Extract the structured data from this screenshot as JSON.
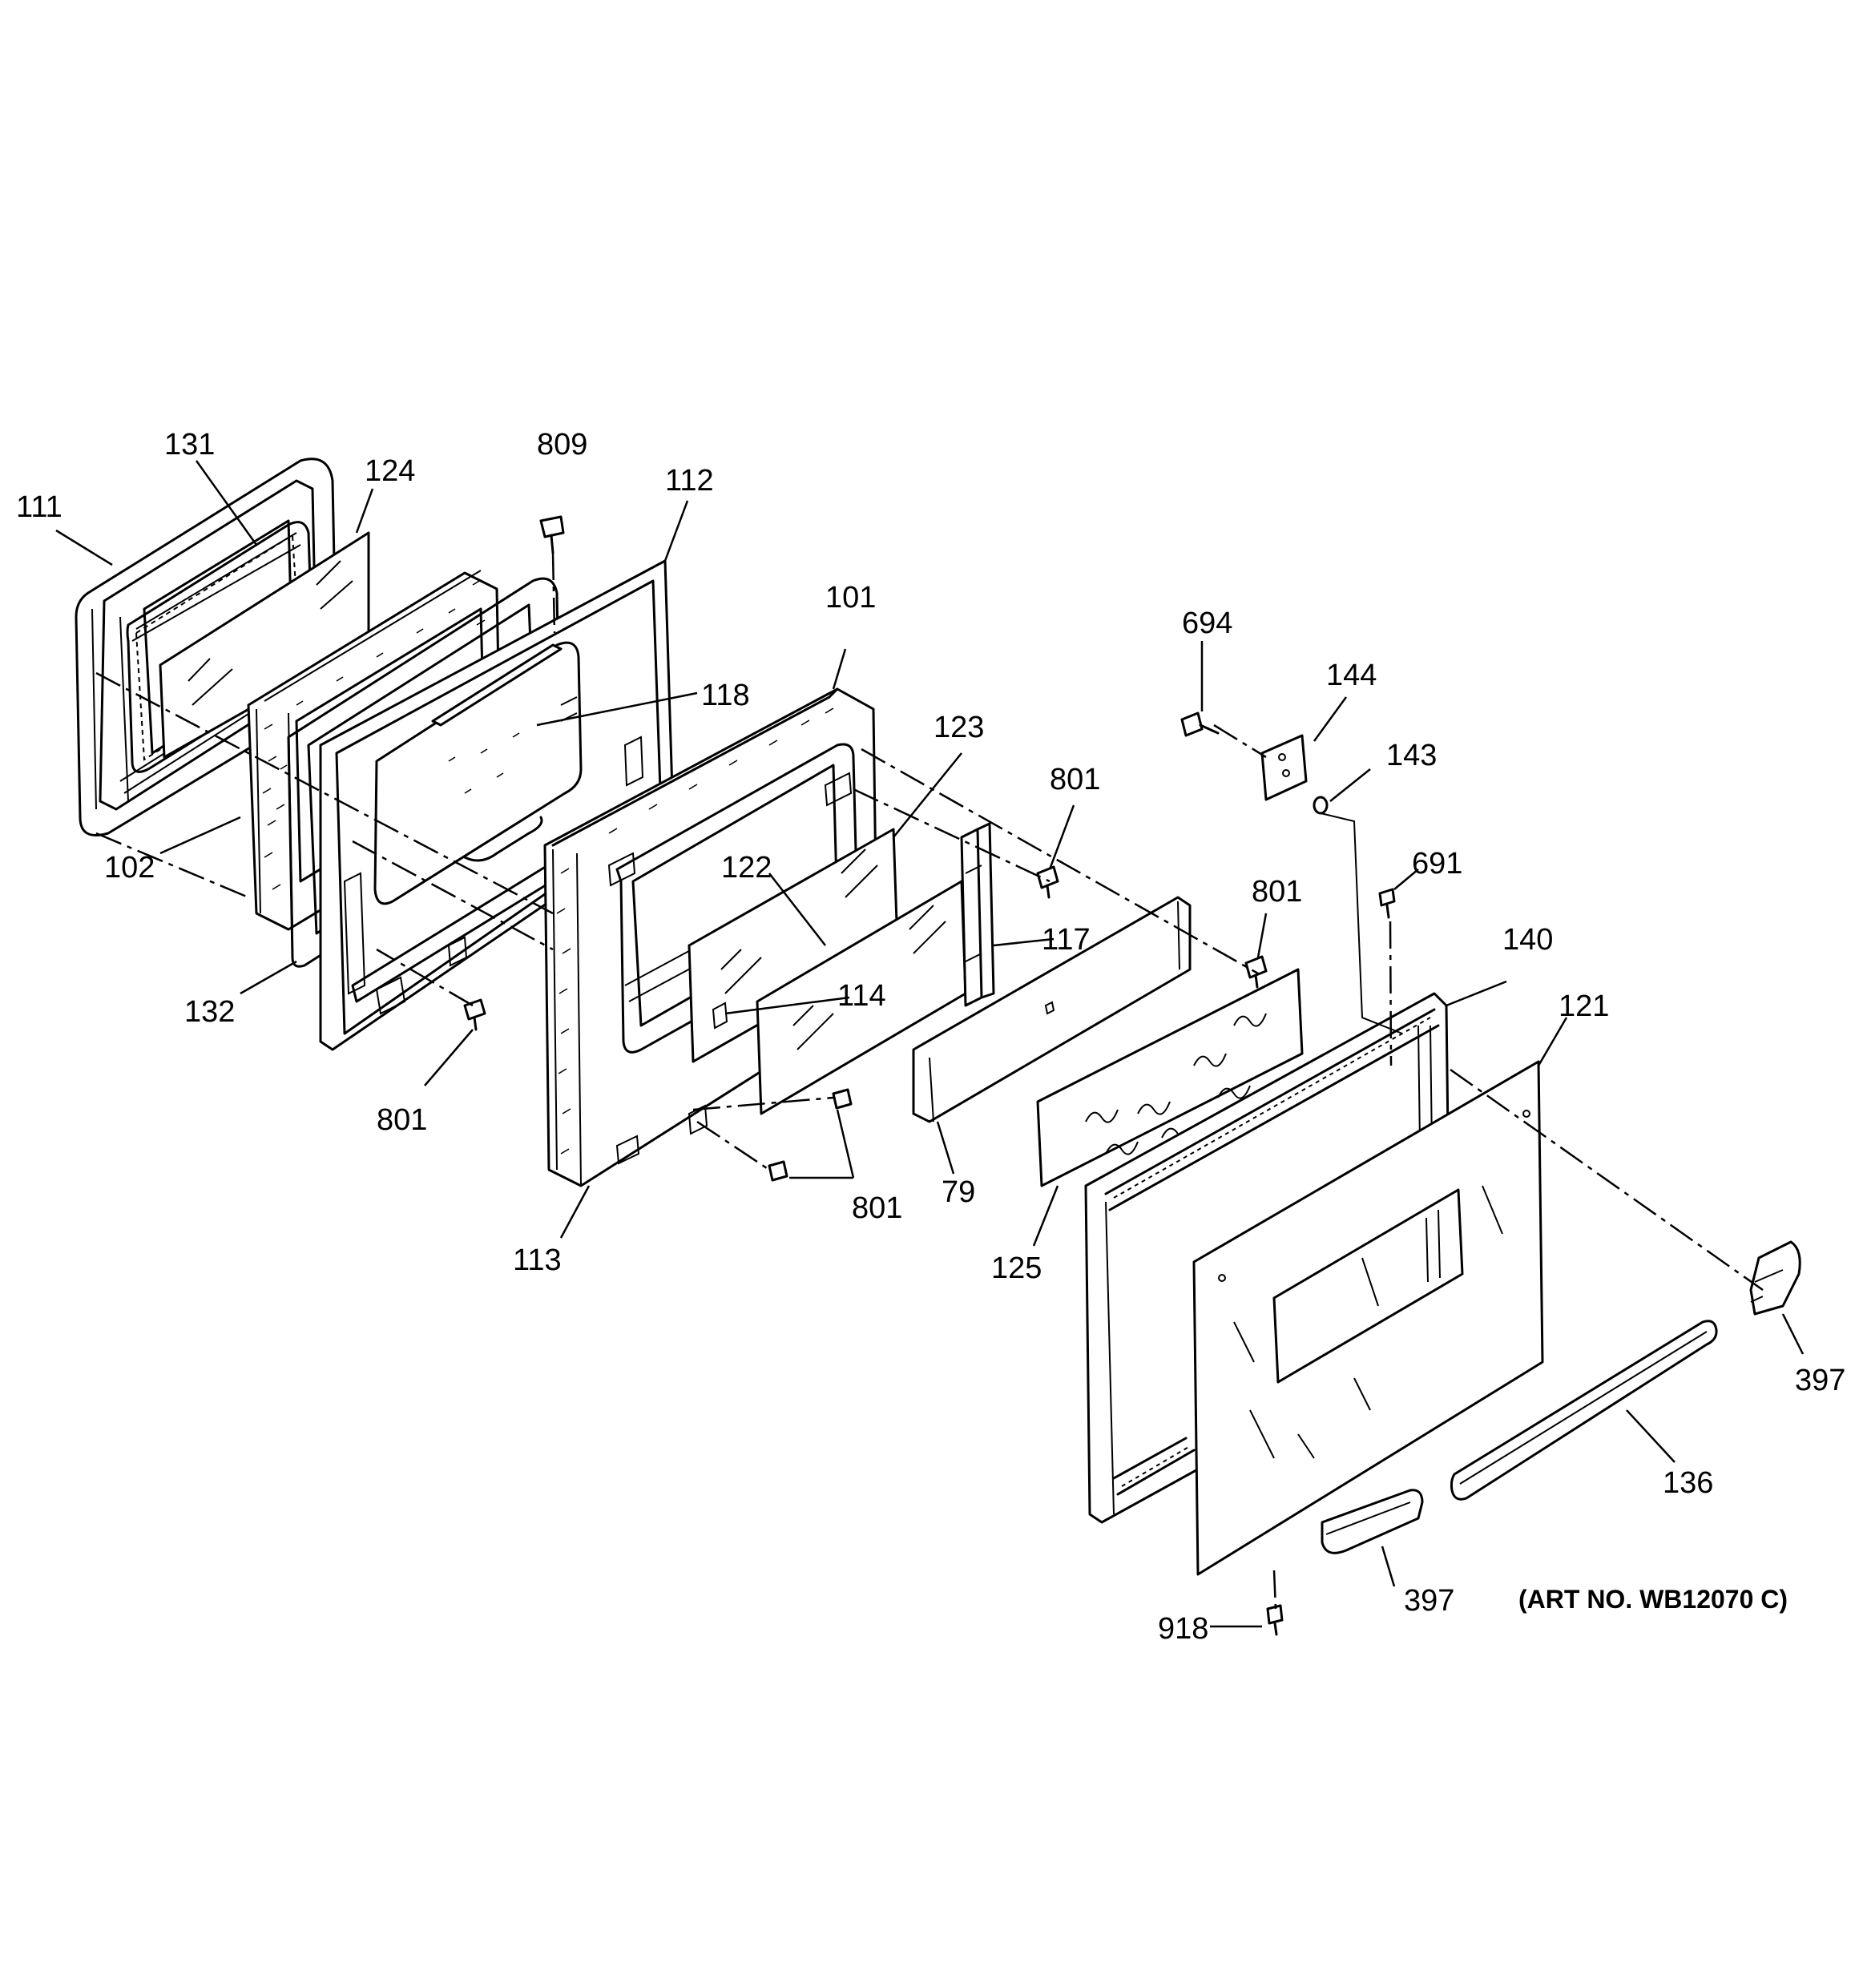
{
  "callouts": {
    "c111": "111",
    "c131": "131",
    "c124": "124",
    "c809": "809",
    "c112": "112",
    "c101": "101",
    "c118": "118",
    "c123": "123",
    "c694": "694",
    "c144": "144",
    "c143": "143",
    "c801a": "801",
    "c801b": "801",
    "c801c": "801",
    "c801d": "801",
    "c691": "691",
    "c140": "140",
    "c121": "121",
    "c102": "102",
    "c122": "122",
    "c117": "117",
    "c114": "114",
    "c132": "132",
    "c79": "79",
    "c125": "125",
    "c113": "113",
    "c397a": "397",
    "c397b": "397",
    "c136": "136",
    "c918": "918"
  },
  "art_number": "(ART NO. WB12070 C)"
}
